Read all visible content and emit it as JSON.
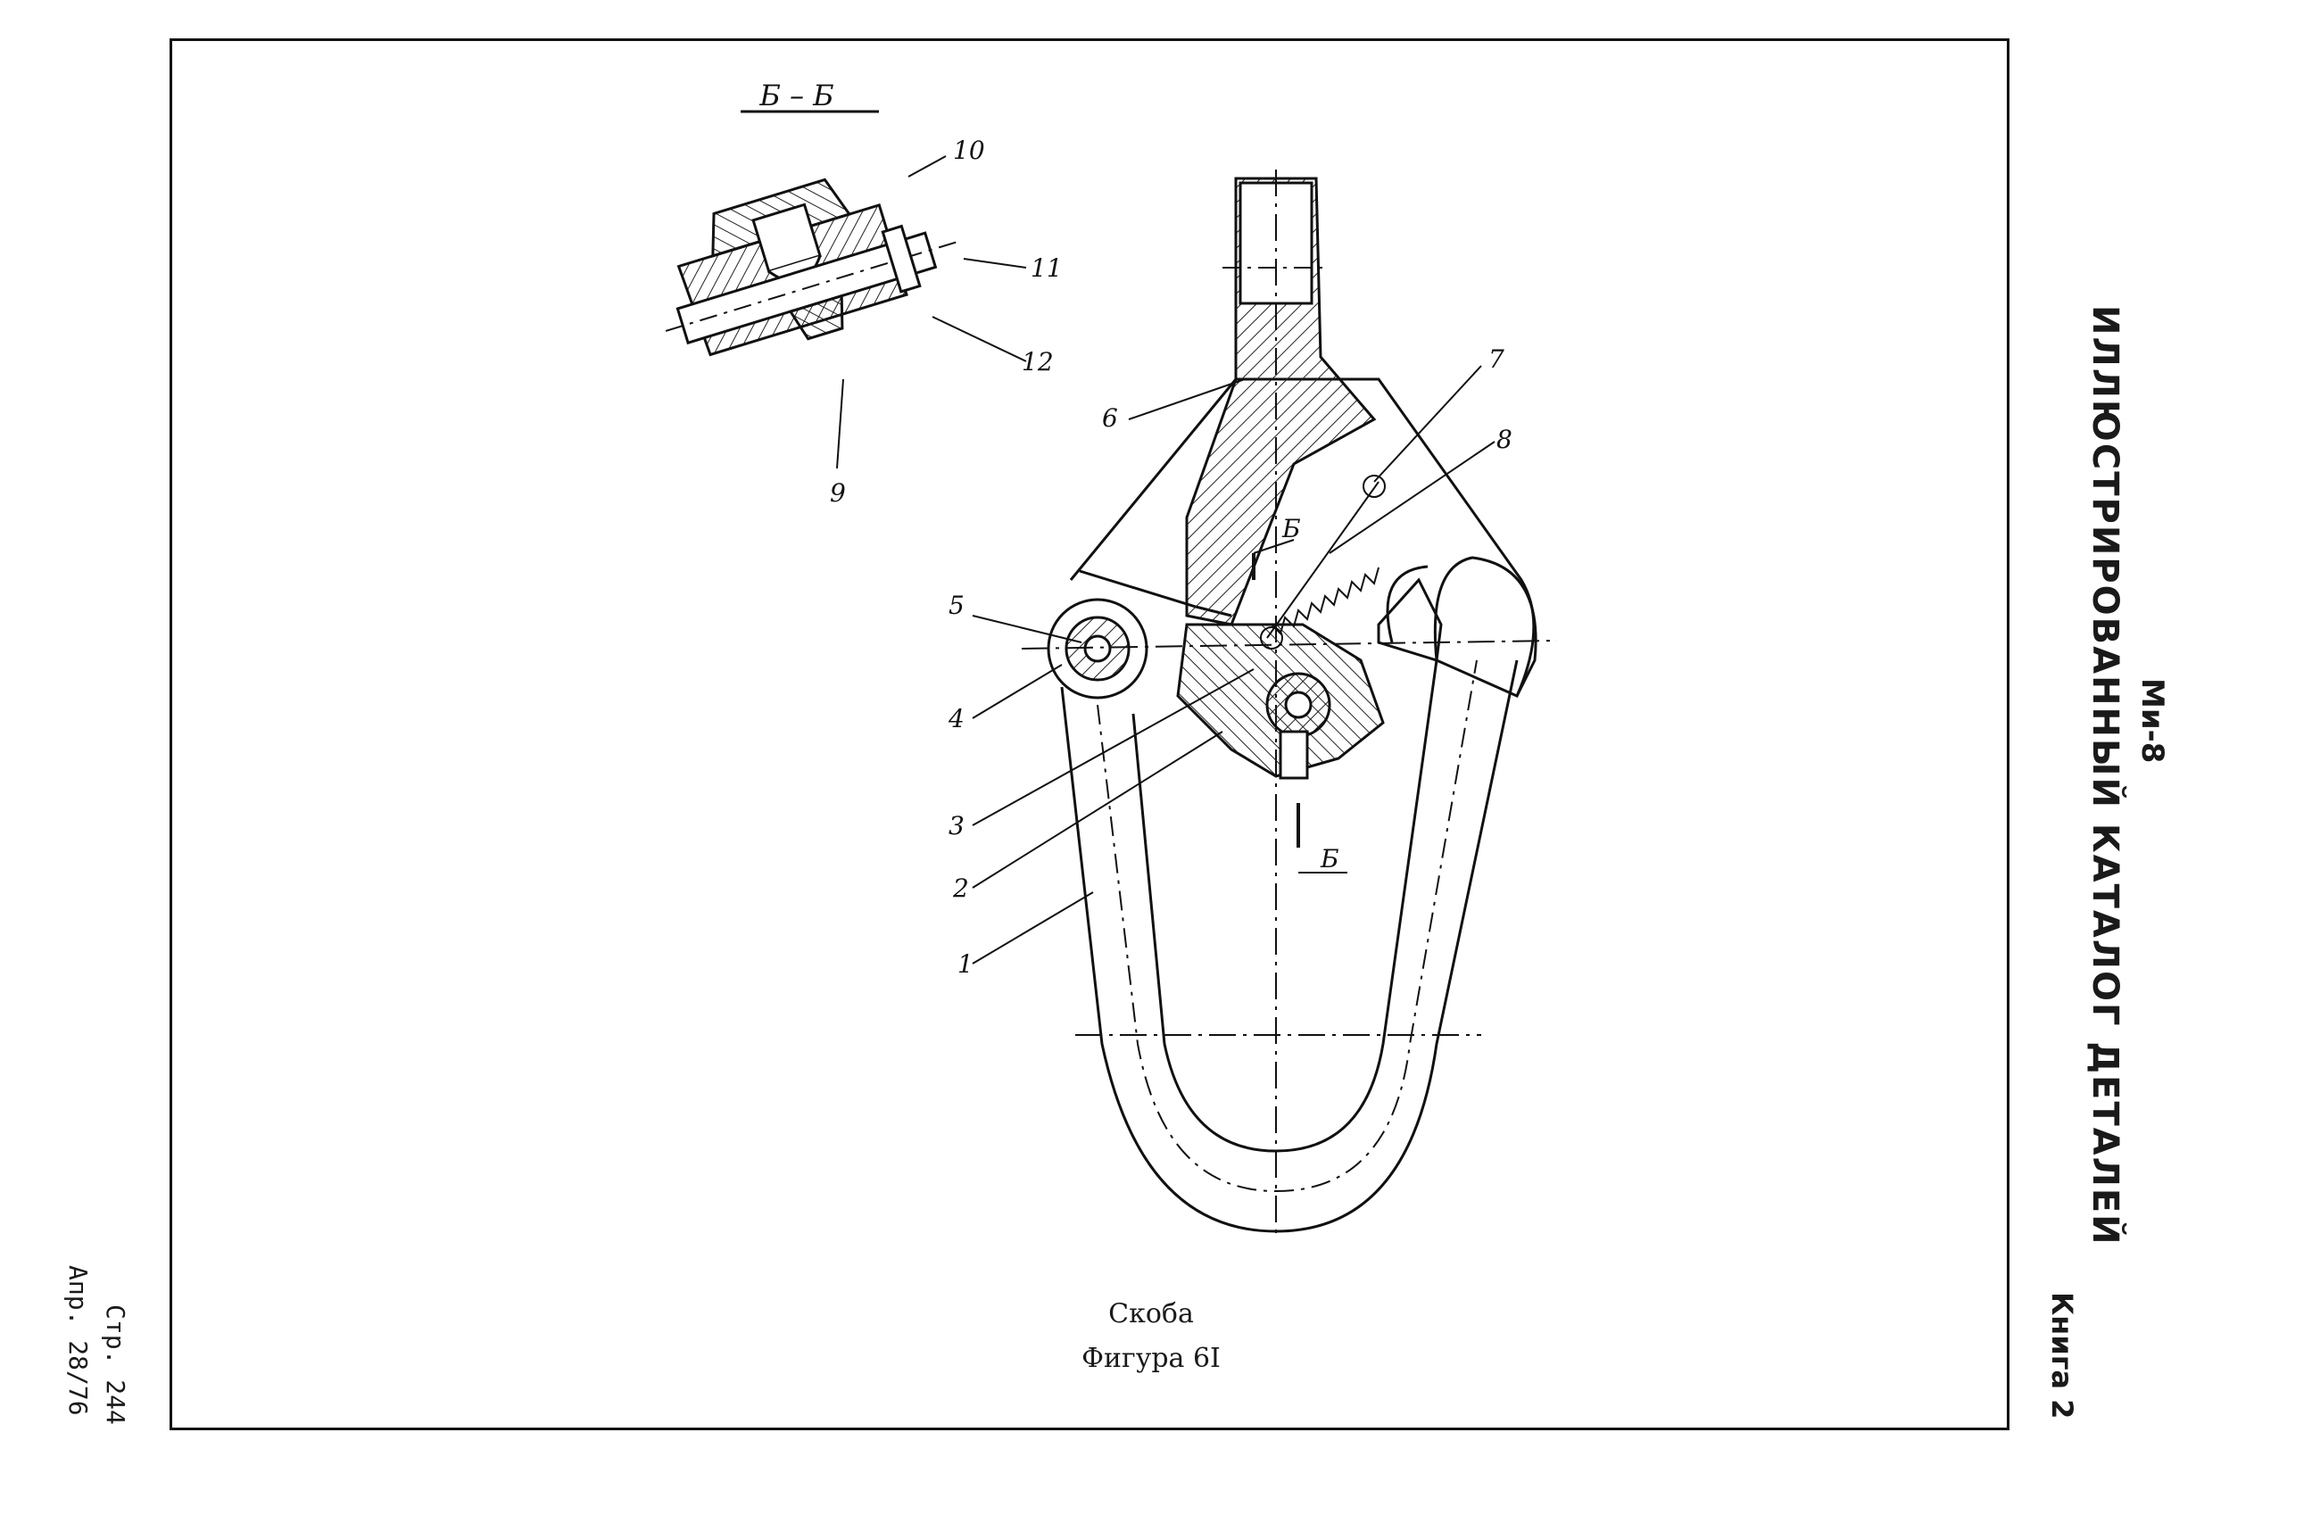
{
  "header": {
    "aircraft": "Ми-8",
    "catalog_title": "ИЛЛЮСТРИРОВАННЫЙ КАТАЛОГ ДЕТАЛЕЙ",
    "book": "Книга 2"
  },
  "footer": {
    "page": "Стр. 244",
    "date": "Апр. 28/76"
  },
  "figure": {
    "name": "Скоба",
    "number": "Фигура 6I",
    "section_label": "Б – Б",
    "section_arrow_label": "Б",
    "callouts": [
      "1",
      "2",
      "3",
      "4",
      "5",
      "6",
      "7",
      "8",
      "9",
      "10",
      "11",
      "12"
    ]
  }
}
